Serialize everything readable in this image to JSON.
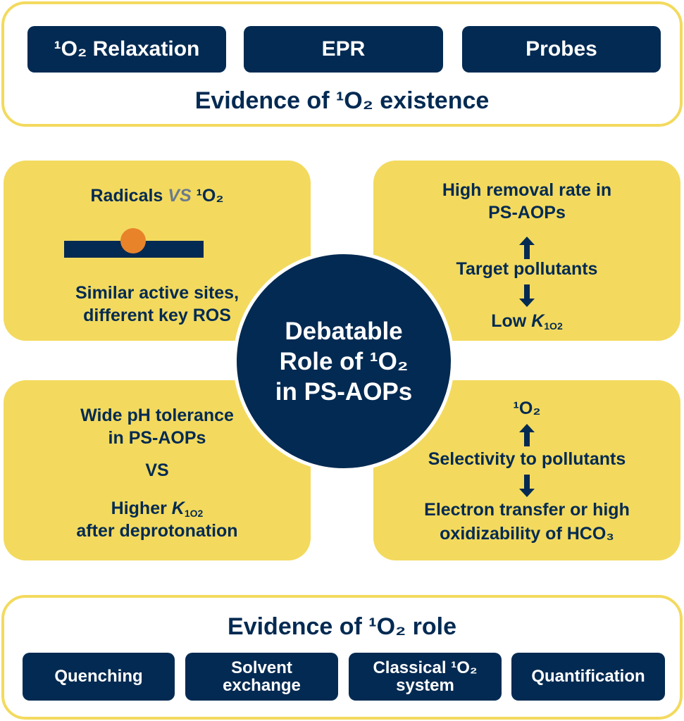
{
  "top": {
    "buttons": [
      "¹O₂ Relaxation",
      "EPR",
      "Probes"
    ],
    "title": "Evidence of ¹O₂ existence"
  },
  "center": {
    "lines": [
      "Debatable",
      "Role of ¹O₂",
      "in PS-AOPs"
    ]
  },
  "top_left": {
    "radicals": "Radicals",
    "vs": "VS",
    "singlet": "¹O₂",
    "line1": "Similar active sites,",
    "line2": "different key ROS"
  },
  "top_right": {
    "line1": "High removal rate in",
    "line2": "PS-AOPs",
    "middle": "Target pollutants",
    "low": "Low",
    "k": "K",
    "k_sub": "1O2"
  },
  "bottom_left": {
    "line1": "Wide pH tolerance",
    "line2": "in PS-AOPs",
    "vs": "VS",
    "higher": "Higher",
    "k": "K",
    "k_sub": "1O2",
    "line4": "after deprotonation"
  },
  "bottom_right": {
    "top": "¹O₂",
    "middle": "Selectivity to pollutants",
    "line1": "Electron transfer or high",
    "line2": "oxidizability of HCO₃"
  },
  "bottom": {
    "title": "Evidence of ¹O₂ role",
    "buttons": [
      "Quenching",
      "Solvent exchange",
      "Classical ¹O₂ system",
      "Quantification"
    ]
  },
  "colors": {
    "navy": "#032a52",
    "yellow": "#f3da5e",
    "orange": "#e8832a"
  }
}
